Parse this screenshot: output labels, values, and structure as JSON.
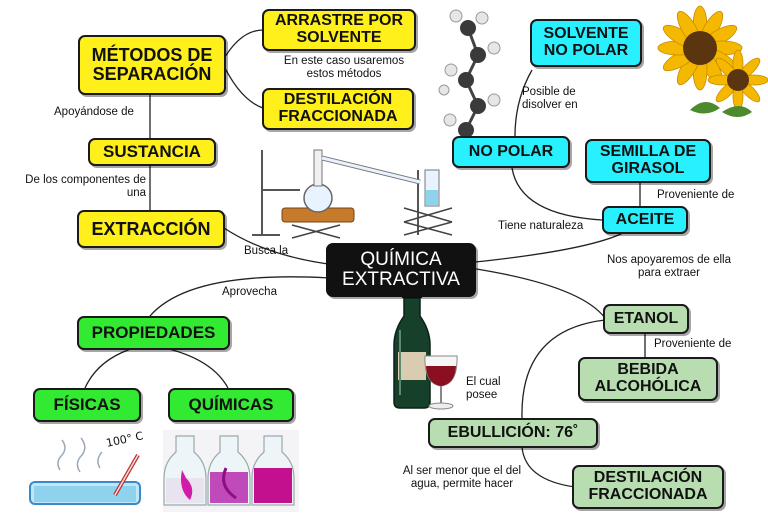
{
  "center": "QUÍMICA EXTRACTIVA",
  "nodes": {
    "metodos": "MÉTODOS DE SEPARACIÓN",
    "arrastre": "ARRASTRE POR SOLVENTE",
    "destilacion_top": "DESTILACIÓN FRACCIONADA",
    "sustancia": "SUSTANCIA",
    "extraccion": "EXTRACCIÓN",
    "solvente_no_polar": "SOLVENTE NO POLAR",
    "no_polar": "NO POLAR",
    "semilla": "SEMILLA DE GIRASOL",
    "aceite": "ACEITE",
    "propiedades": "PROPIEDADES",
    "fisicas": "FÍSICAS",
    "quimicas": "QUÍMICAS",
    "etanol": "ETANOL",
    "bebida": "BEBIDA ALCOHÓLICA",
    "ebullicion": "EBULLICIÓN: 76˚",
    "destilacion_bottom": "DESTILACIÓN FRACCIONADA"
  },
  "labels": {
    "en_este_caso": "En este caso usaremos estos métodos",
    "apoyandose": "Apoyándose de",
    "de_los_componentes": "De los componentes de una",
    "busca_la": "Busca la",
    "posible_disolver": "Posible de disolver en",
    "proveniente_de_aceite": "Proveniente de",
    "tiene_naturaleza": "Tiene naturaleza",
    "nos_apoyaremos": "Nos apoyaremos de ella para extraer",
    "aprovecha": "Aprovecha",
    "proveniente_de_etanol": "Proveniente de",
    "el_cual_posee": "El cual posee",
    "al_ser_menor": "Al ser menor que el del agua, permite hacer",
    "temp": "100° C"
  },
  "colors": {
    "yellow": "#ffef1a",
    "cyan": "#29f0ff",
    "green": "#33ea33",
    "sage": "#b7ddb0",
    "center": "#111111"
  }
}
